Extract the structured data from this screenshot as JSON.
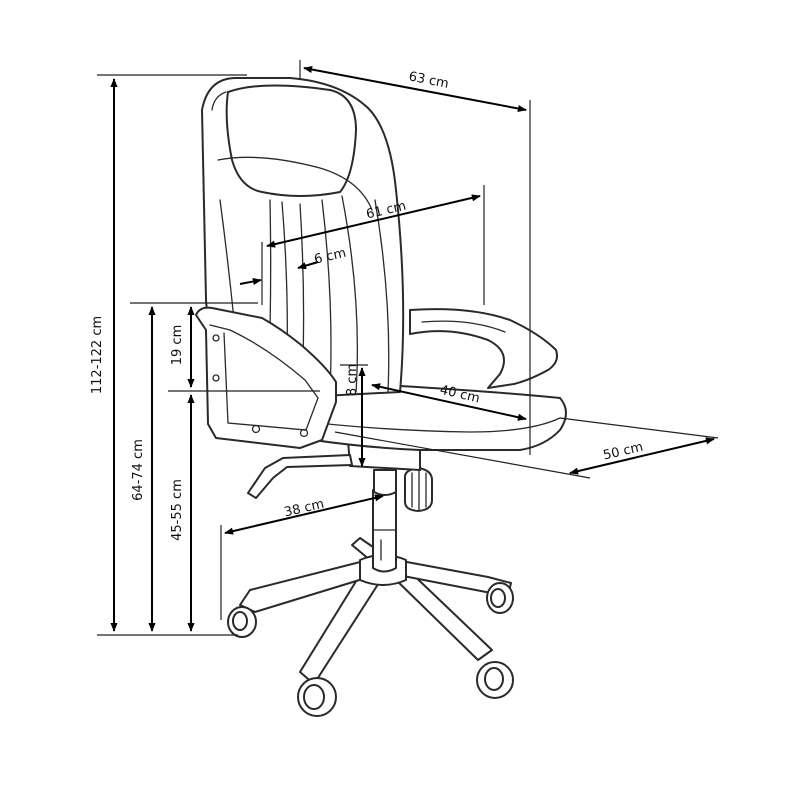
{
  "diagram": {
    "dimensions": {
      "overall_height": "112-122 cm",
      "armrest_height": "64-74 cm",
      "seat_height": "45-55 cm",
      "arm_above_seat": "19 cm",
      "overall_width": "63 cm",
      "backrest_width": "61 cm",
      "backrest_panel": "6 cm",
      "seat_cushion": "8 cm",
      "seat_width": "40 cm",
      "overall_depth": "50 cm",
      "base_radius": "38 cm"
    }
  }
}
